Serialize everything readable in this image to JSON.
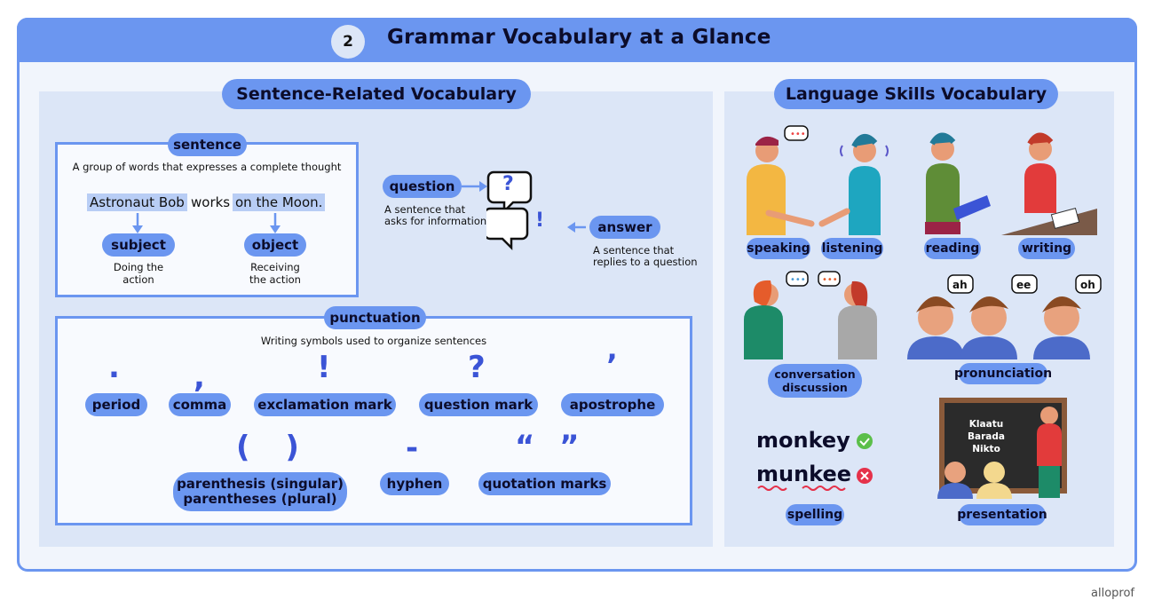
{
  "header": {
    "number": "2",
    "title": "Grammar Vocabulary at a Glance"
  },
  "left": {
    "title": "Sentence-Related Vocabulary",
    "sentence": {
      "label": "sentence",
      "definition": "A group of words that expresses a complete thought",
      "example_subject": "Astronaut Bob",
      "example_verb": "works",
      "example_object": "on the Moon.",
      "subject_label": "subject",
      "subject_desc_1": "Doing the",
      "subject_desc_2": "action",
      "object_label": "object",
      "object_desc_1": "Receiving",
      "object_desc_2": "the action"
    },
    "question": {
      "label": "question",
      "desc_1": "A sentence that",
      "desc_2": "asks for information",
      "glyph": "?"
    },
    "answer": {
      "label": "answer",
      "desc_1": "A sentence that",
      "desc_2": "replies to a question",
      "glyph": "!"
    },
    "punctuation": {
      "label": "punctuation",
      "definition": "Writing symbols used to organize sentences",
      "items": [
        {
          "glyph": ".",
          "label": "period"
        },
        {
          "glyph": ",",
          "label": "comma"
        },
        {
          "glyph": "!",
          "label": "exclamation mark"
        },
        {
          "glyph": "?",
          "label": "question mark"
        },
        {
          "glyph": "’",
          "label": "apostrophe"
        },
        {
          "glyph": "( )",
          "label_1": "parenthesis (singular)",
          "label_2": "parentheses (plural)"
        },
        {
          "glyph": "-",
          "label": "hyphen"
        },
        {
          "glyph": "“ ”",
          "label": "quotation marks"
        }
      ]
    }
  },
  "right": {
    "title": "Language Skills Vocabulary",
    "skills": {
      "speaking": "speaking",
      "listening": "listening",
      "reading": "reading",
      "writing": "writing",
      "conversation_1": "conversation",
      "conversation_2": "discussion",
      "pronunciation": "pronunciation",
      "spelling": "spelling",
      "presentation": "presentation"
    },
    "pronunciation_bubbles": [
      "ah",
      "ee",
      "oh"
    ],
    "spelling_correct": "monkey",
    "spelling_wrong": "munkee",
    "blackboard": [
      "Klaatu",
      "Barada",
      "Nikto"
    ]
  },
  "brand": "alloprof",
  "colors": {
    "accent": "#6b96f0",
    "panel": "#dce6f7",
    "glyph": "#3b54d6"
  }
}
